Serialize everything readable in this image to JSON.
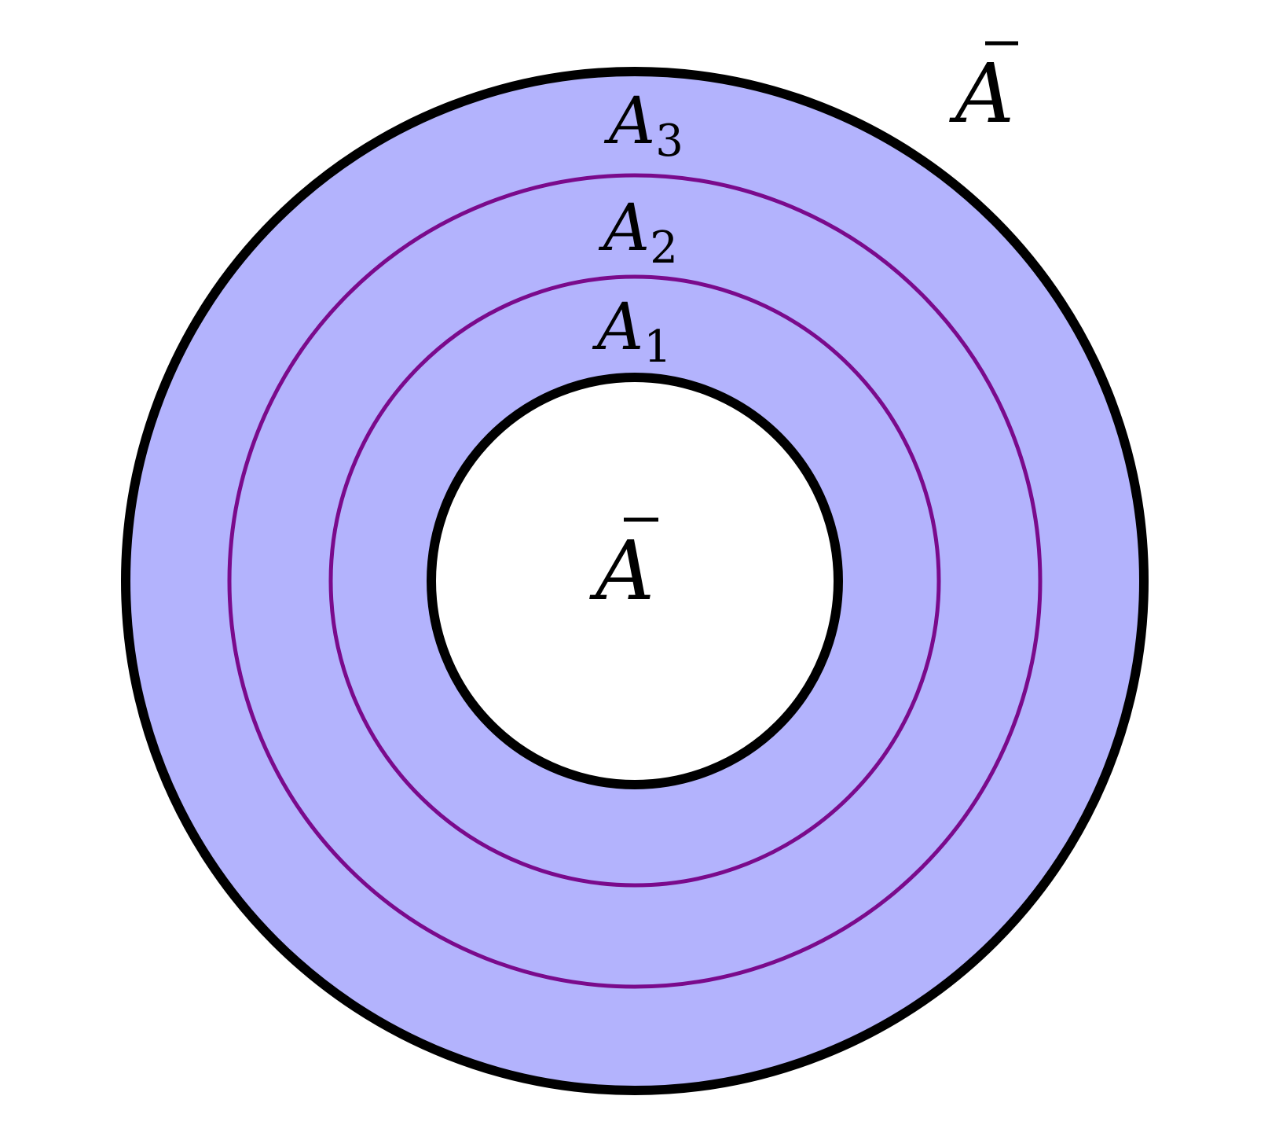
{
  "colors": {
    "ring_fill": "#b3b3fd",
    "outer_stroke": "#000000",
    "inner_stroke": "#000000",
    "band_stroke": "#7a0a8c",
    "hole_fill": "#ffffff",
    "background": "#ffffff"
  },
  "labels": {
    "complement_outer": {
      "base": "A",
      "bar": true
    },
    "complement_inner": {
      "base": "A",
      "bar": true
    },
    "ring_3": {
      "base": "A",
      "sub": "3"
    },
    "ring_2": {
      "base": "A",
      "sub": "2"
    },
    "ring_1": {
      "base": "A",
      "sub": "1"
    }
  }
}
